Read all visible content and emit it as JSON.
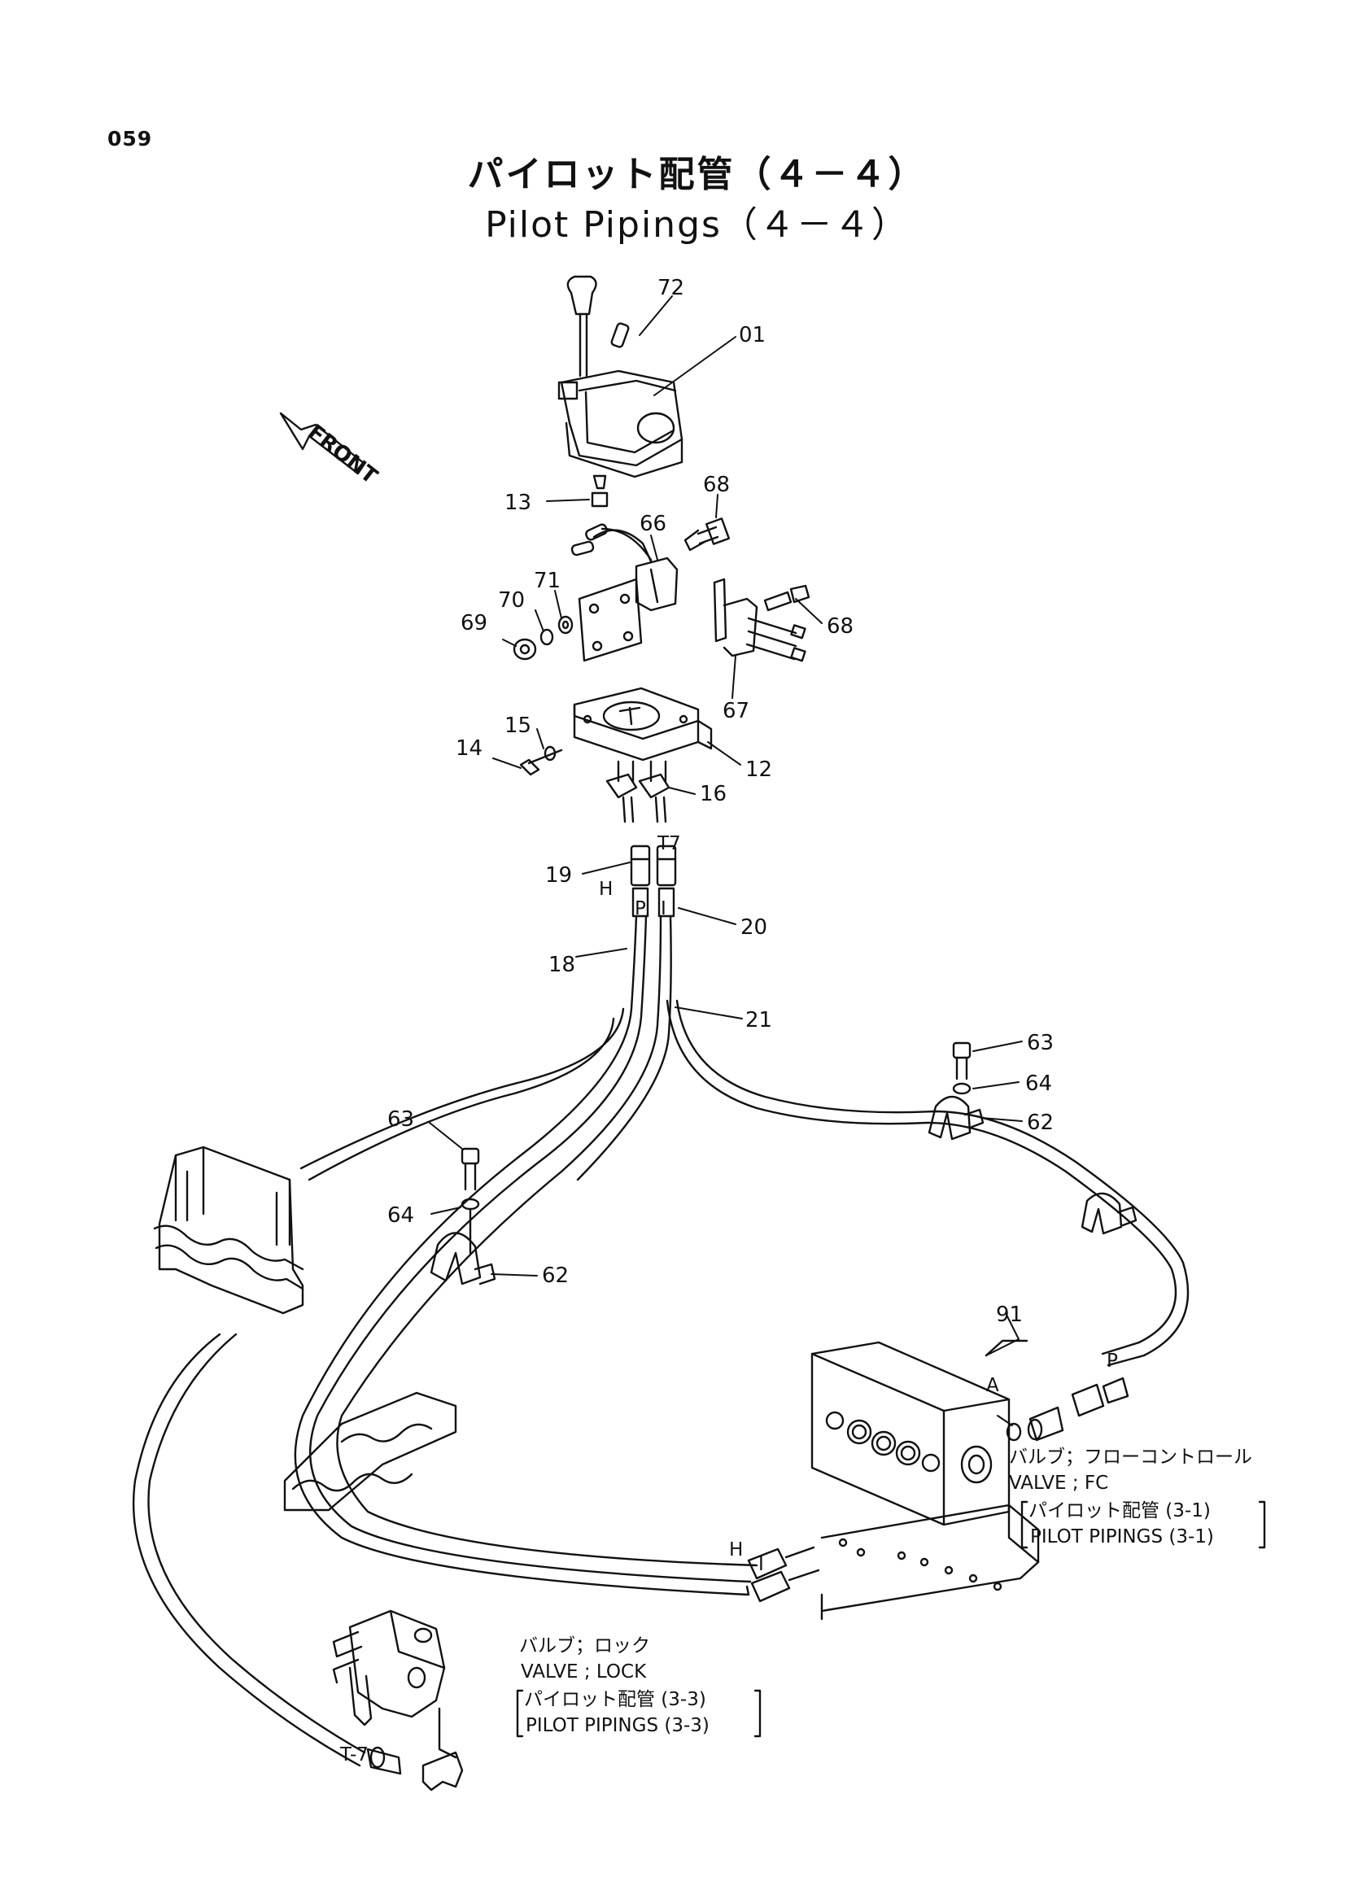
{
  "page": {
    "number": "059",
    "title_ja": "パイロット配管（４－４）",
    "title_en": "Pilot Pipings（４－４）"
  },
  "direction_tag": "FRONT",
  "part_callouts": {
    "p72": "72",
    "p01": "01",
    "p13": "13",
    "p68a": "68",
    "p66": "66",
    "p71": "71",
    "p70": "70",
    "p69": "69",
    "p68b": "68",
    "p67": "67",
    "p15": "15",
    "p14": "14",
    "p12": "12",
    "p16": "16",
    "p19": "19",
    "p20": "20",
    "p18": "18",
    "p21": "21",
    "p63a": "63",
    "p64a": "64",
    "p62a": "62",
    "p63b": "63",
    "p64b": "64",
    "p62b": "62",
    "p91": "91"
  },
  "port_labels": {
    "t7_upper": "T7",
    "h_upper": "H",
    "p_left": "P",
    "i_upper": "I",
    "p_right": "P",
    "a": "A",
    "h_lower": "H",
    "i_lower": "I",
    "t7_lower": "T-7"
  },
  "notes": {
    "fc_ja": "バルブ；フローコントロール",
    "fc_en": "VALVE ; FC",
    "fc_ref_ja": "パイロット配管 (3-1)",
    "fc_ref_en": "PILOT  PIPINGS (3-1)",
    "lock_ja": "バルブ；ロック",
    "lock_en": "VALVE ; LOCK",
    "lock_ref_ja": "パイロット配管 (3-3)",
    "lock_ref_en": "PILOT  PIPINGS (3-3)"
  }
}
